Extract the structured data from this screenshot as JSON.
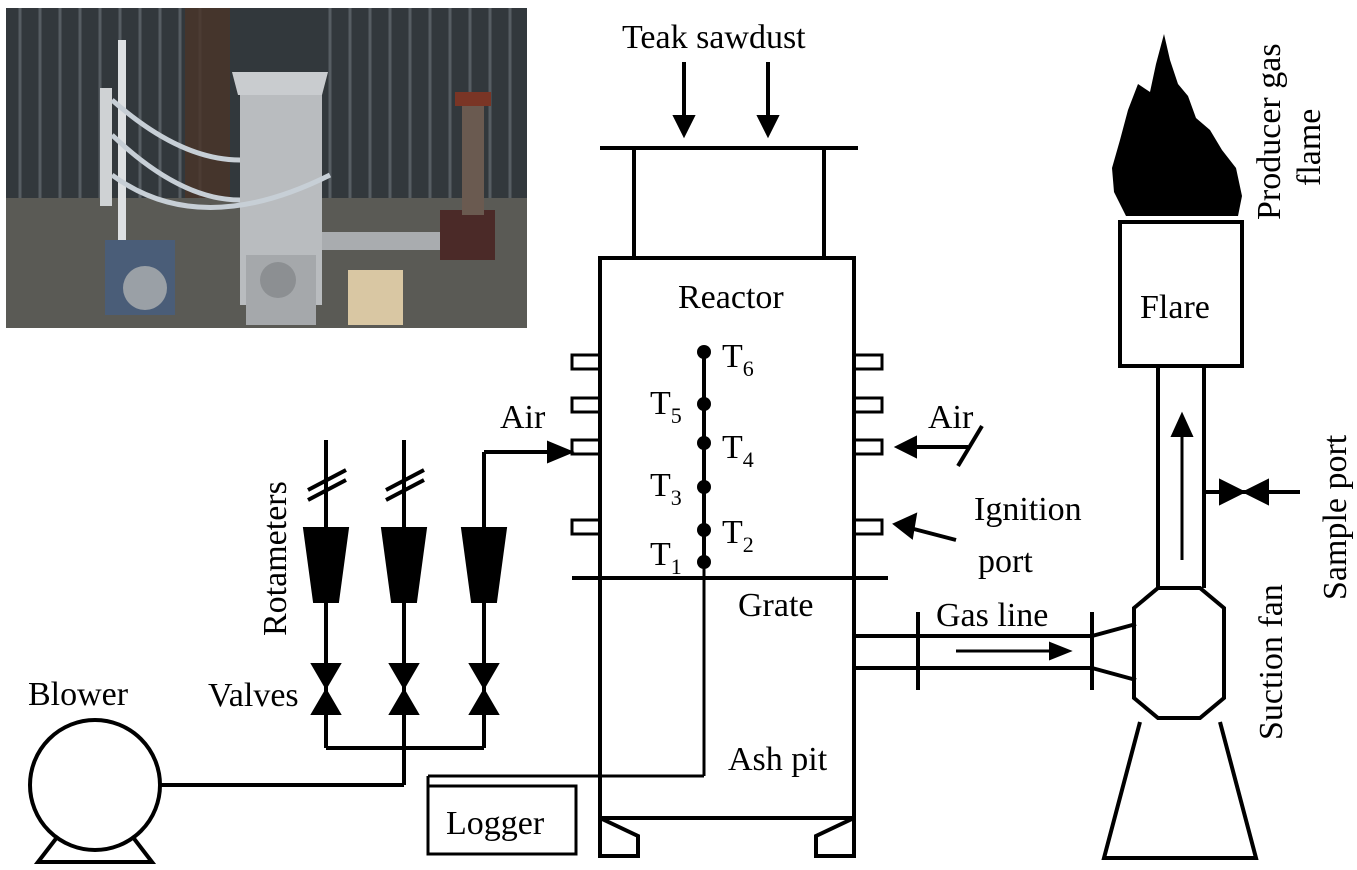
{
  "labels": {
    "teak_sawdust": "Teak sawdust",
    "reactor": "Reactor",
    "grate": "Grate",
    "ash_pit": "Ash pit",
    "logger": "Logger",
    "blower": "Blower",
    "valves": "Valves",
    "rotameters": "Rotameters",
    "air_left": "Air",
    "air_right": "Air",
    "ignition_line1": "Ignition",
    "ignition_line2": "port",
    "gas_line": "Gas line",
    "suction_fan": "Suction fan",
    "sample_port": "Sample port",
    "flare": "Flare",
    "producer_gas_flame_line1": "Producer gas",
    "producer_gas_flame_line2": "flame"
  },
  "thermocouples": [
    {
      "label": "T",
      "sub": "1"
    },
    {
      "label": "T",
      "sub": "2"
    },
    {
      "label": "T",
      "sub": "3"
    },
    {
      "label": "T",
      "sub": "4"
    },
    {
      "label": "T",
      "sub": "5"
    },
    {
      "label": "T",
      "sub": "6"
    }
  ]
}
